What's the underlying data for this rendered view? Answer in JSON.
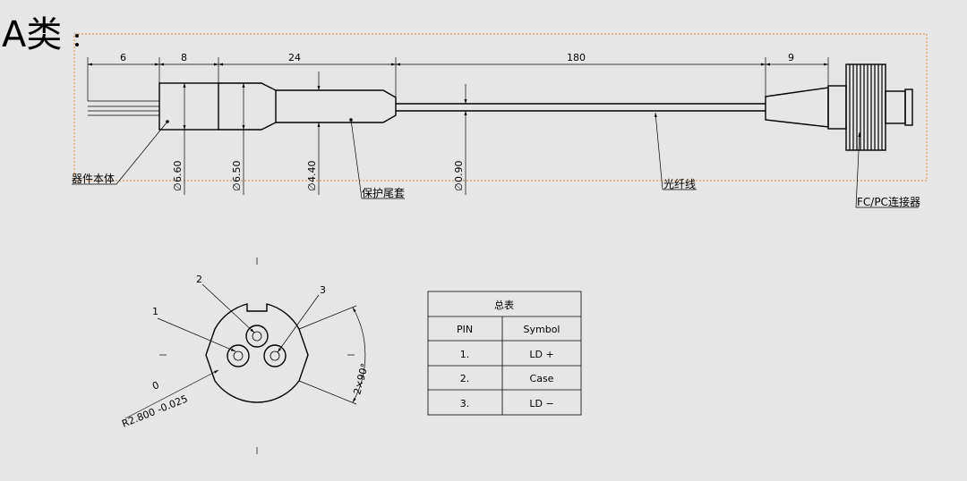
{
  "title": "A类",
  "dimensions": {
    "len_body": "6",
    "len_step": "8",
    "len_boot": "24",
    "len_fiber": "180",
    "len_connector": "9",
    "dia_body": "6.60",
    "dia_step": "6.50",
    "dia_boot": "4.40",
    "dia_fiber": "0.90",
    "dia_prefix": "∅"
  },
  "callouts": {
    "device_body": "器件本体",
    "protective_boot": "保护尾套",
    "fiber": "光纤线",
    "connector": "FC/PC连接器"
  },
  "pin_view": {
    "pin_labels": [
      "1",
      "2",
      "3"
    ],
    "radius_dim_top": "0",
    "radius_dim": "R2.800 -0.025",
    "angle_dim": "2×90°"
  },
  "table": {
    "title": "总表",
    "headers": [
      "PIN",
      "Symbol"
    ],
    "rows": [
      [
        "1.",
        "LD +"
      ],
      [
        "2.",
        "Case"
      ],
      [
        "3.",
        "LD −"
      ]
    ]
  },
  "colors": {
    "background": "#e6e6e6",
    "line": "#000000",
    "frame": "#e08a3a"
  }
}
